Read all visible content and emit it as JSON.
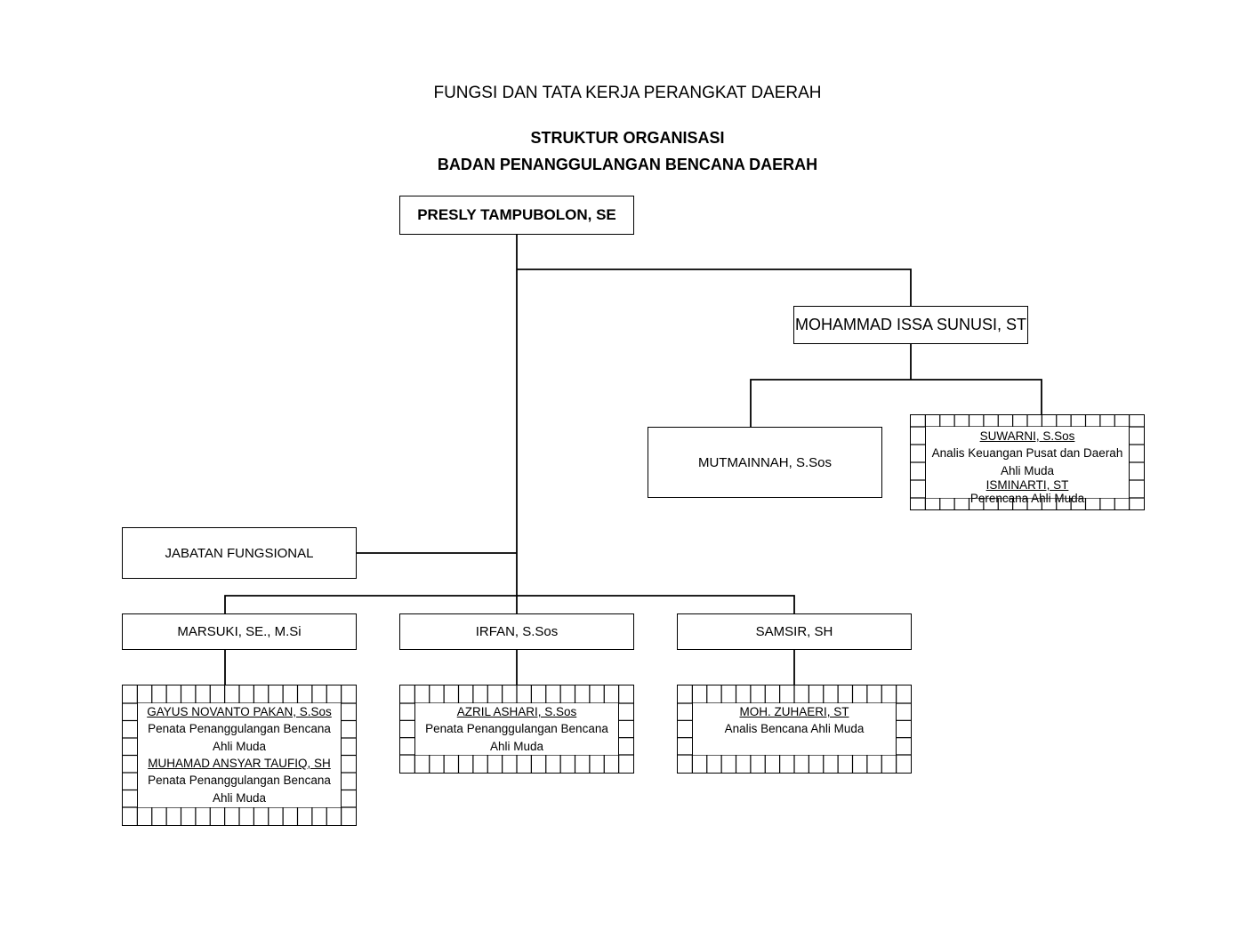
{
  "header": {
    "doc_title": "FUNGSI DAN TATA KERJA PERANGKAT DAERAH",
    "title_line1": "STRUKTUR ORGANISASI",
    "title_line2": "BADAN PENANGGULANGAN BENCANA DAERAH"
  },
  "nodes": {
    "kepala": "PRESLY TAMPUBOLON, SE",
    "sekretaris": "MOHAMMAD ISSA SUNUSI, ST",
    "subbag": "MUTMAINNAH, S.Sos",
    "fungsional": "JABATAN FUNGSIONAL",
    "bidang1": "MARSUKI, SE., M.Si",
    "bidang2": "IRFAN, S.Sos",
    "bidang3": "SAMSIR, SH"
  },
  "staff": {
    "sekretariat": [
      {
        "name": "SUWARNI, S.Sos",
        "role": "Analis Keuangan Pusat dan Daerah Ahli Muda"
      },
      {
        "name": "ISMINARTI, ST",
        "role": "Perencana Ahli Muda"
      }
    ],
    "bidang1": [
      {
        "name": "GAYUS NOVANTO PAKAN, S.Sos",
        "role": "Penata Penanggulangan Bencana Ahli Muda"
      },
      {
        "name": "MUHAMAD ANSYAR TAUFIQ, SH",
        "role": "Penata Penanggulangan Bencana Ahli Muda"
      }
    ],
    "bidang2": [
      {
        "name": "AZRIL ASHARI, S.Sos",
        "role": "Penata Penanggulangan Bencana Ahli Muda"
      }
    ],
    "bidang3": [
      {
        "name": "MOH. ZUHAERI, ST",
        "role": "Analis Bencana Ahli Muda"
      }
    ]
  }
}
